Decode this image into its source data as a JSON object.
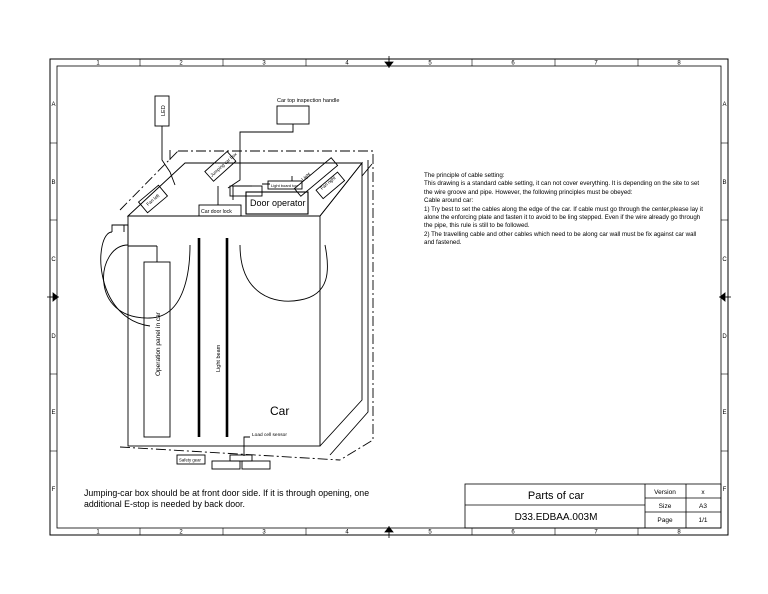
{
  "columns": [
    "1",
    "2",
    "3",
    "4",
    "5",
    "6",
    "7",
    "8"
  ],
  "rows": [
    "A",
    "B",
    "C",
    "D",
    "E",
    "F"
  ],
  "labels": {
    "led": "LED",
    "car_top_inspection_handle": "Car top inspection handle",
    "jumping_car_box": "Jumping car box",
    "fan_left": "Fan left",
    "light_fitting": "Light",
    "fan_right": "Fan right",
    "light_board_top": "Light board top",
    "car_door_lock": "Car door lock",
    "door_operator": "Door operator",
    "operation_panel": "Operation panel in car",
    "light_beam": "Light beam",
    "car": "Car",
    "load_cell_sensor": "Load cell sensor",
    "safety_gear": "Safety gear"
  },
  "notes": [
    "The principle of cable setting:",
    "This drawing is a standard cable setting, it can not cover everything. It is depending on the site to set the wire groove and pipe. However, the following principles must be obeyed:",
    "Cable around car:",
    "1) Try best to set the cables along the edge of the car. If cable must go through the center,please lay it alone the enforcing plate and fasten it to avoid to be ling stepped. Even if the wire already go through the pipe, this rule is still to be followed.",
    "2) The travelling cable and other cables which need to be along car wall must be fix against car wall and fastened."
  ],
  "footnote": [
    "Jumping-car box should be at front door side. If it is through opening, one",
    "additional E-stop is needed by back door."
  ],
  "title_block": {
    "title": "Parts of car",
    "drawing_no": "D33.EDBAA.003M",
    "version_label": "Version",
    "version_value": "x",
    "size_label": "Size",
    "size_value": "A3",
    "page_label": "Page",
    "page_value": "1/1"
  }
}
